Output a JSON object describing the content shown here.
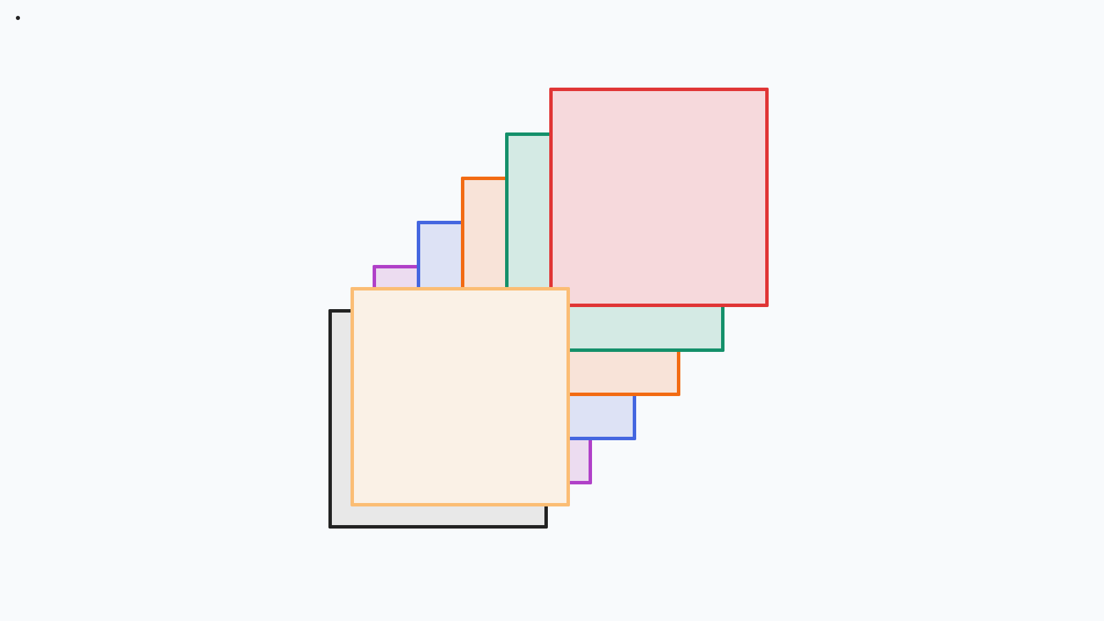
{
  "canvas": {
    "background": "#f8fafc",
    "marker_color": "#222222"
  },
  "cards": [
    {
      "name": "card-black",
      "border": "#222222",
      "fill": "#e8e8e8"
    },
    {
      "name": "card-purple",
      "border": "#b040c8",
      "fill": "#ecdcf0"
    },
    {
      "name": "card-blue",
      "border": "#4466e0",
      "fill": "#dde2f5"
    },
    {
      "name": "card-orange",
      "border": "#f26a12",
      "fill": "#f8e3d8"
    },
    {
      "name": "card-green",
      "border": "#14906a",
      "fill": "#d4eae4"
    },
    {
      "name": "card-red",
      "border": "#e03535",
      "fill": "#f6d9dc"
    },
    {
      "name": "card-peach",
      "border": "#fbbd74",
      "fill": "#faf1e6"
    }
  ]
}
